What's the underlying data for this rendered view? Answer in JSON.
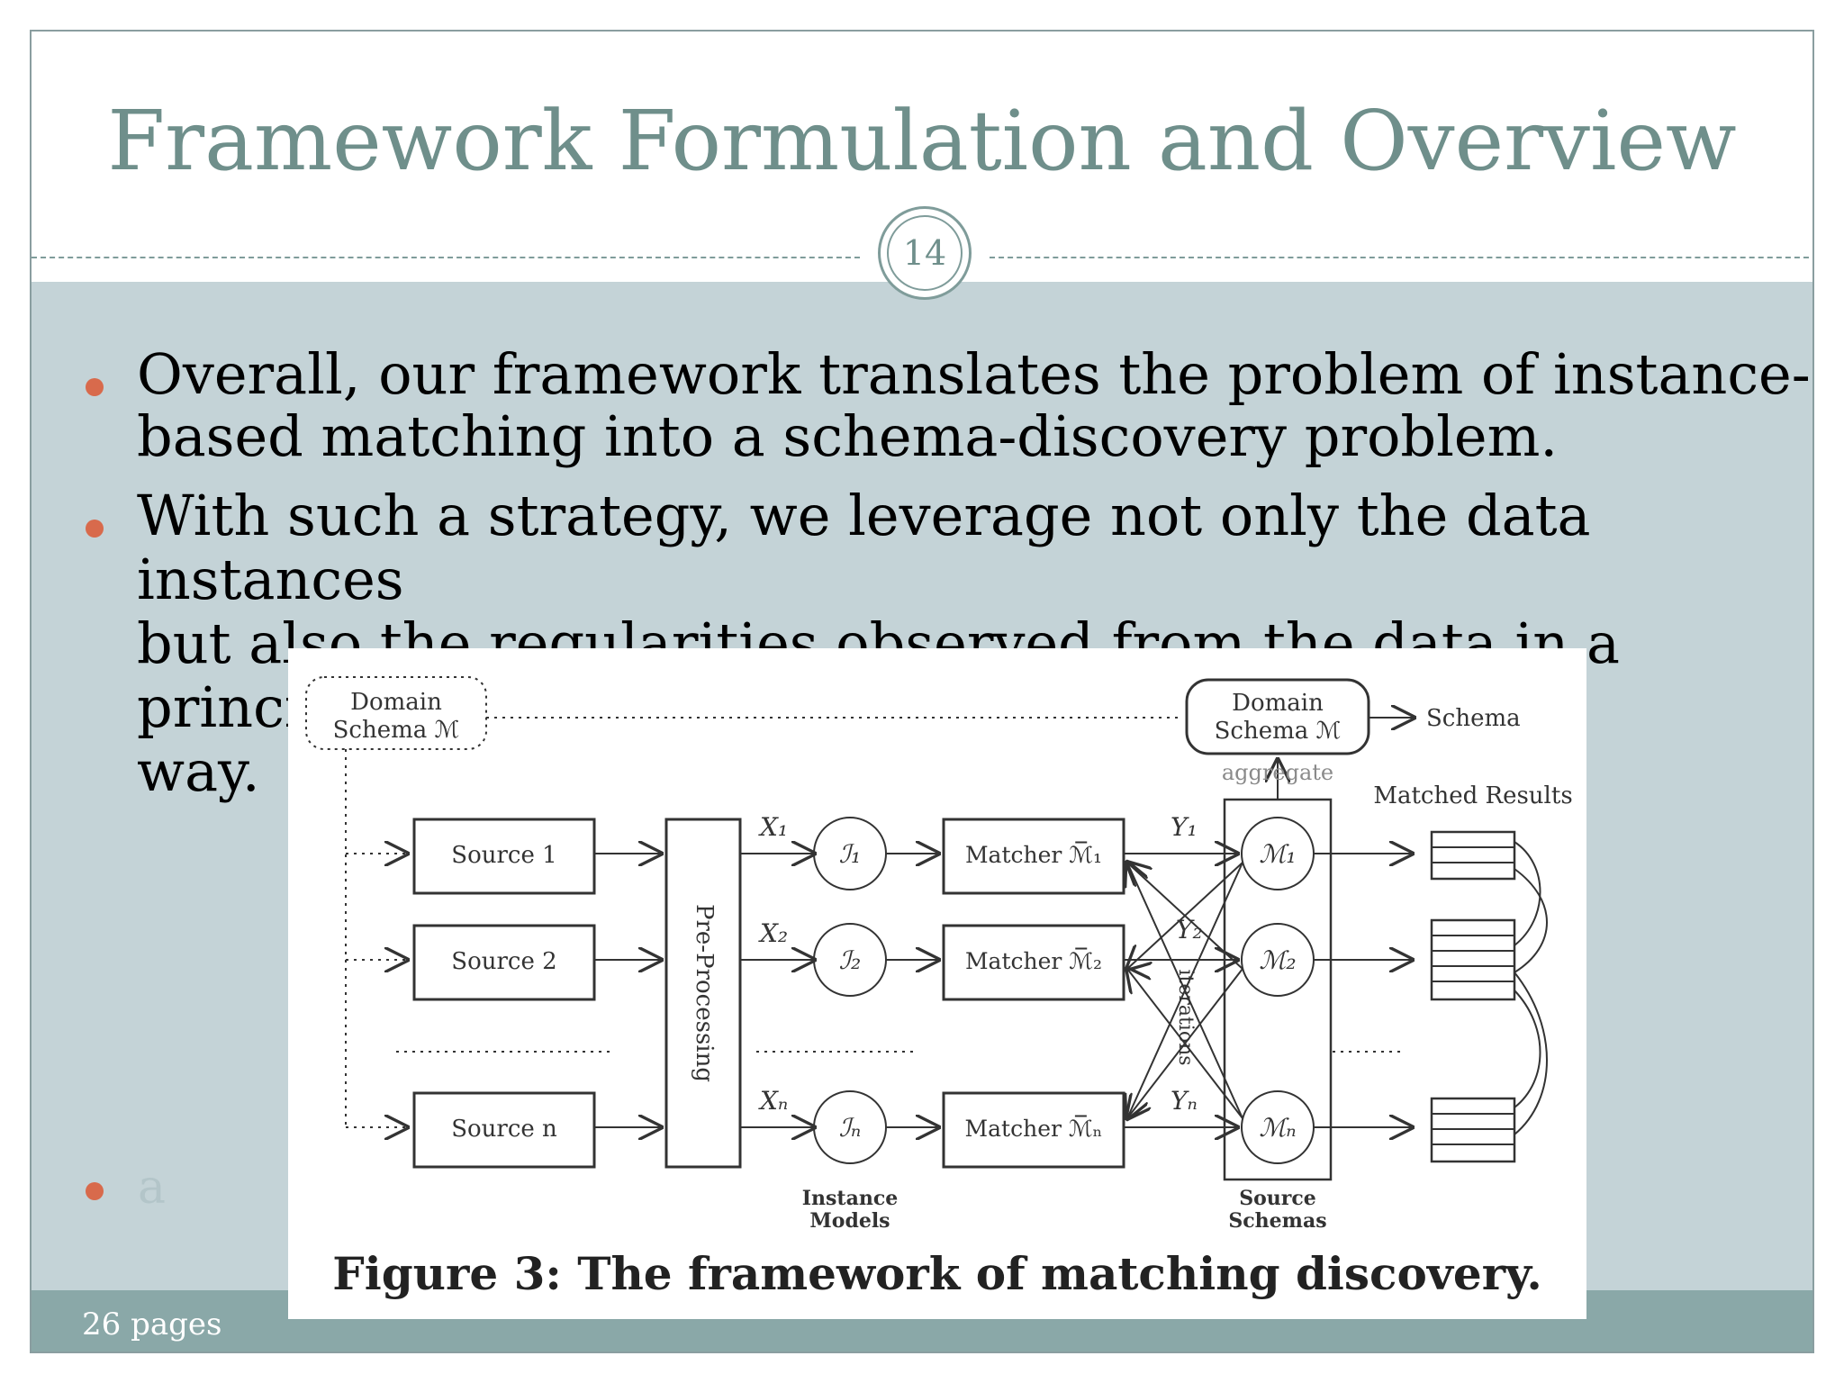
{
  "slide": {
    "title": "Framework Formulation and Overview",
    "page_number": "14",
    "bullets": [
      {
        "line1": " Overall, our framework translates the problem of instance-",
        "line2": "based matching into a schema-discovery problem."
      },
      {
        "line1": "With such a strategy, we leverage not only the data instances",
        "line2": "but also the regularities observed from the data in a principled",
        "line3": "way."
      }
    ],
    "ghost_bullet": "a",
    "footer": "26 pages"
  },
  "figure": {
    "caption": "Figure 3:  The framework of matching discovery.",
    "domain_schema_left": [
      "Domain",
      "Schema ℳ"
    ],
    "domain_schema_right": [
      "Domain",
      "Schema ℳ"
    ],
    "schema_label": "Schema",
    "aggregate_label": "aggregate",
    "matched_results_label": "Matched Results",
    "sources": [
      "Source 1",
      "Source 2",
      "Source n"
    ],
    "preprocessing_label": "Pre-Processing",
    "x_labels": [
      "X₁",
      "X₂",
      "Xₙ"
    ],
    "instance_models": [
      "ℐ₁",
      "ℐ₂",
      "ℐₙ"
    ],
    "matchers": [
      "Matcher ℳ̅₁",
      "Matcher ℳ̅₂",
      "Matcher ℳ̅ₙ"
    ],
    "y_labels": [
      "Y₁",
      "Y₂",
      "Yₙ"
    ],
    "source_models": [
      "ℳ₁",
      "ℳ₂",
      "ℳₙ"
    ],
    "iterations_label": "iterations",
    "instance_models_label": [
      "Instance",
      "Models"
    ],
    "source_schemas_label": [
      "Source",
      "Schemas"
    ]
  }
}
